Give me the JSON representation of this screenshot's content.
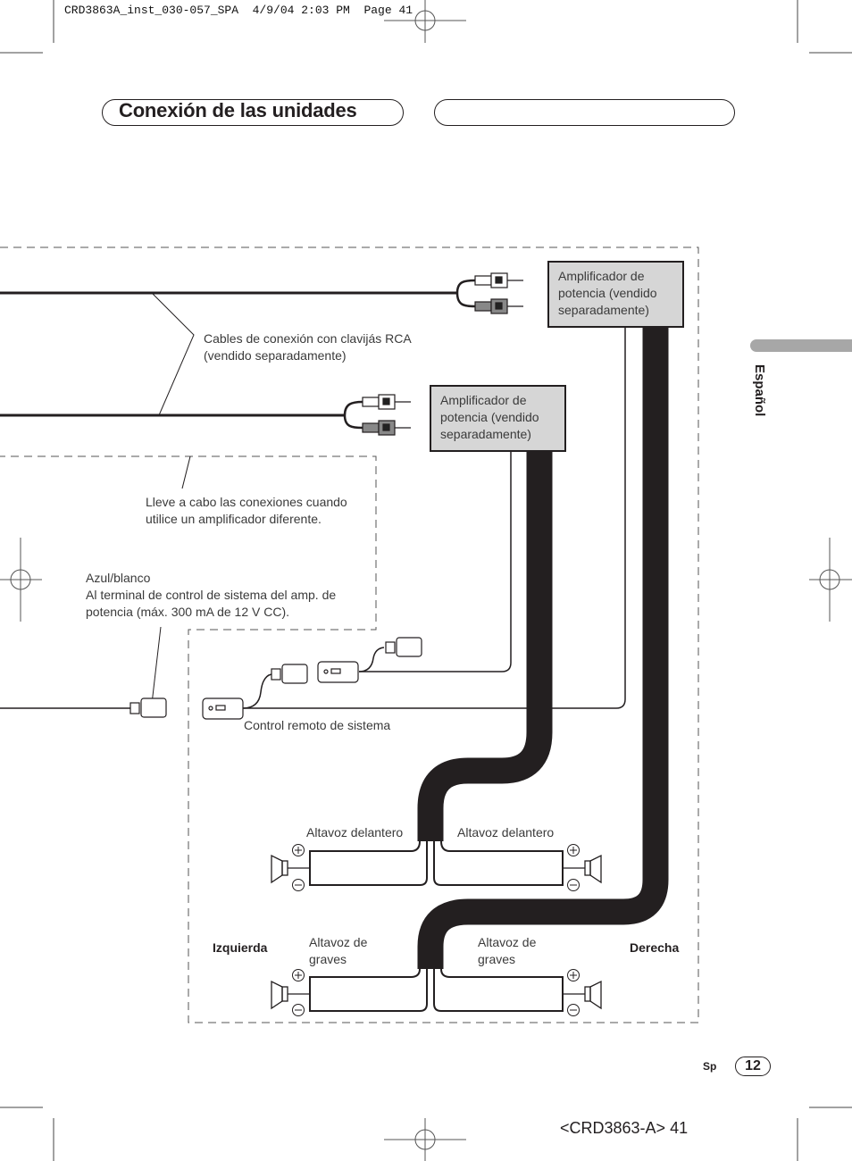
{
  "print_slug": "CRD3863A_inst_030-057_SPA  4/9/04 2:03 PM  Page 41",
  "header": {
    "title": "Conexión de las unidades",
    "right_pill_text": ""
  },
  "side_tab": {
    "language": "Español"
  },
  "diagram": {
    "amplifier_top": [
      "Amplificador de",
      "potencia (vendido",
      "separadamente)"
    ],
    "amplifier_mid": [
      "Amplificador de",
      "potencia (vendido",
      "separadamente)"
    ],
    "rca_cables_note": [
      "Cables de conexión con clavijás RCA",
      "(vendido separadamente)"
    ],
    "different_amp_note": [
      "Lleve a cabo las conexiones cuando",
      "utilice un amplificador diferente."
    ],
    "blue_white_note": [
      "Azul/blanco",
      "Al terminal de control de sistema del amp. de",
      "potencia (máx. 300 mA de 12 V CC)."
    ],
    "system_remote_label": "Control remoto de sistema",
    "front_speaker_left": "Altavoz delantero",
    "front_speaker_right": "Altavoz delantero",
    "subwoofer_left": [
      "Altavoz de",
      "graves"
    ],
    "subwoofer_right": [
      "Altavoz de",
      "graves"
    ],
    "side_left": "Izquierda",
    "side_right": "Derecha",
    "polarity_plus": "+",
    "polarity_minus": "−"
  },
  "footer": {
    "lang_code": "Sp",
    "page_number": "12",
    "doc_ref": "<CRD3863-A> 41"
  }
}
